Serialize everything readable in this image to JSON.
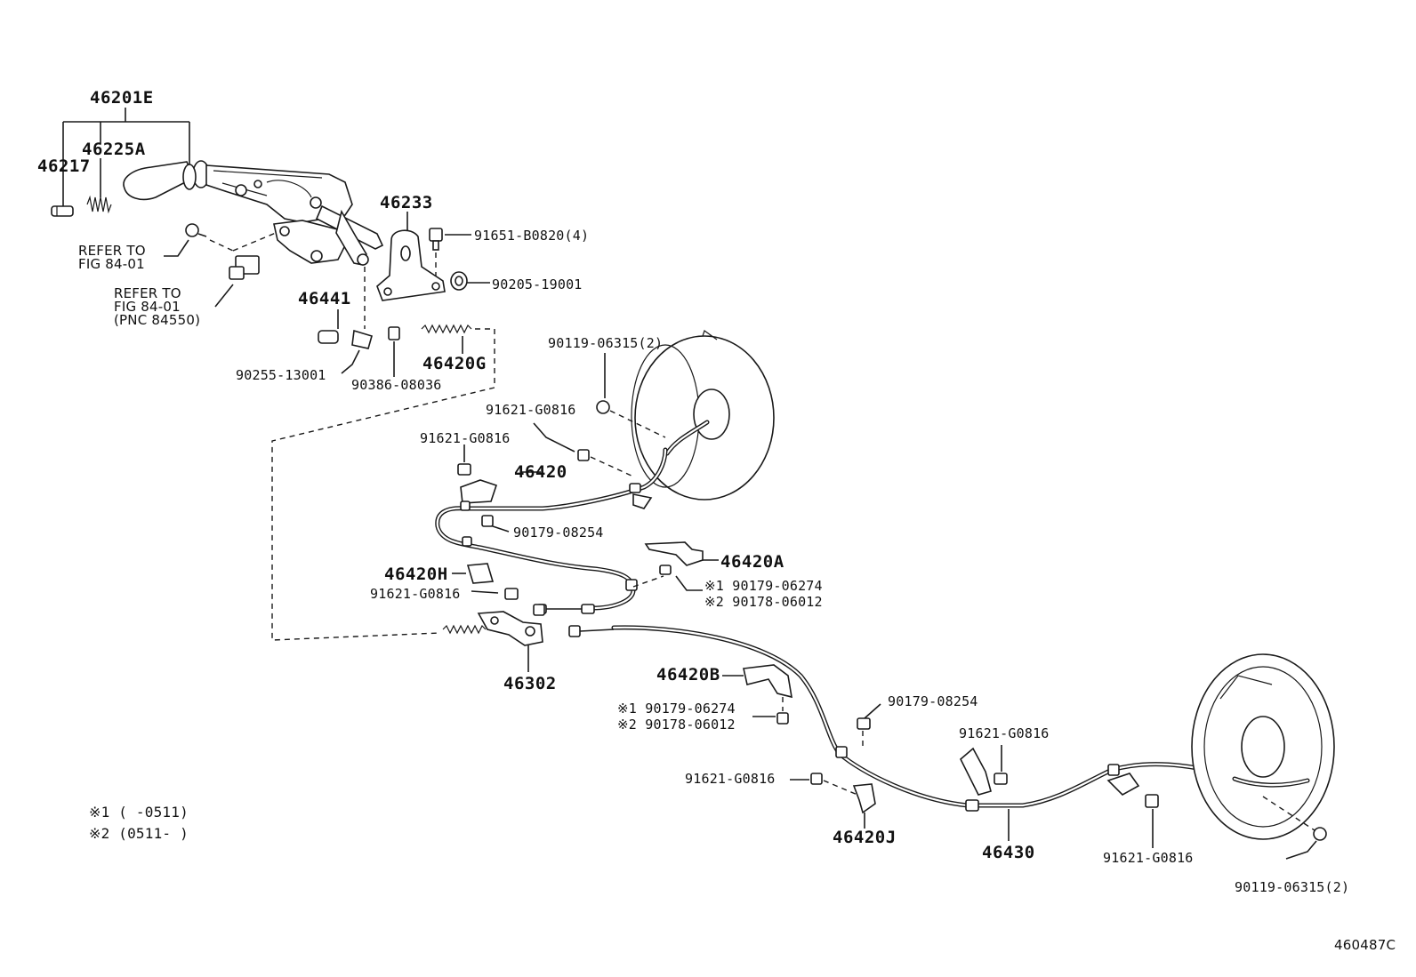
{
  "labels": {
    "p46201E": "46201E",
    "p46225A": "46225A",
    "p46217": "46217",
    "p46233": "46233",
    "p91651": "91651-B0820(4)",
    "refer1_l1": "REFER TO",
    "refer1_l2": "FIG  84-01",
    "p90205": "90205-19001",
    "refer2_l1": "REFER TO",
    "refer2_l2": "FIG  84-01",
    "refer2_l3": "(PNC 84550)",
    "p46441": "46441",
    "p90255": "90255-13001",
    "p90386": "90386-08036",
    "p46420G": "46420G",
    "p90119_top": "90119-06315(2)",
    "p91621_a": "91621-G0816",
    "p91621_b": "91621-G0816",
    "p46420": "46420",
    "p90179_08254_a": "90179-08254",
    "p46420A": "46420A",
    "p46420H": "46420H",
    "p91621_c": "91621-G0816",
    "note1_a": "※1 90179-06274",
    "note2_a": "※2 90178-06012",
    "p46302": "46302",
    "p46420B": "46420B",
    "note1_b": "※1 90179-06274",
    "note2_b": "※2 90178-06012",
    "p90179_08254_b": "90179-08254",
    "p91621_d": "91621-G0816",
    "p91621_e": "91621-G0816",
    "p46420J": "46420J",
    "p46430": "46430",
    "p91621_f": "91621-G0816",
    "p90119_bottom": "90119-06315(2)",
    "legend1": "※1 (     -0511)",
    "legend2": "※2 (0511-     )",
    "figure_code": "460487C"
  },
  "icons": {
    "lever": "parking-brake-lever-icon",
    "bracket": "mounting-bracket-icon",
    "drum_front": "brake-backing-plate-icon",
    "drum_rear": "brake-backing-plate-icon",
    "equalizer": "cable-equalizer-icon"
  },
  "colors": {
    "ink": "#1a1a1a",
    "paper": "#ffffff"
  }
}
